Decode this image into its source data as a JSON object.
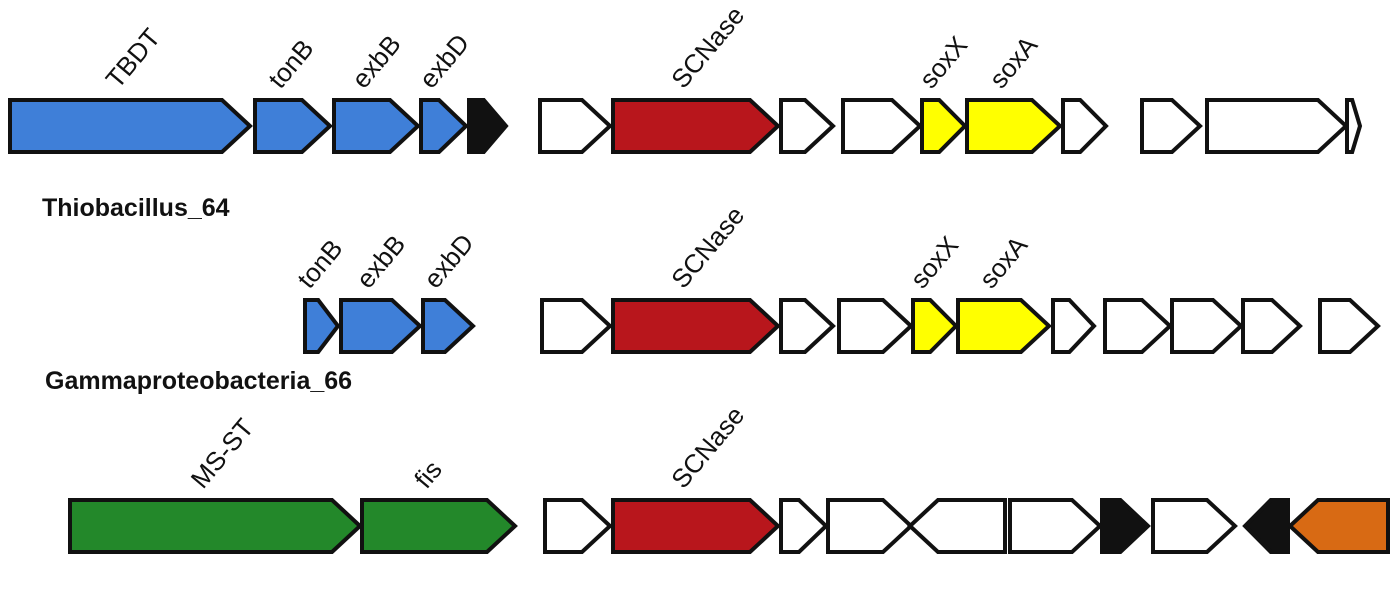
{
  "colors": {
    "blue": "#3f7fd8",
    "black": "#111111",
    "white": "#ffffff",
    "red": "#b8161c",
    "yellow": "#ffff00",
    "green": "#23882a",
    "orange": "#d86a14"
  },
  "genomes": [
    {
      "name": "Thiobacillus_64",
      "genes": [
        {
          "label": "TBDT",
          "color": "blue",
          "strand": "+"
        },
        {
          "label": "tonB",
          "color": "blue",
          "strand": "+"
        },
        {
          "label": "exbB",
          "color": "blue",
          "strand": "+"
        },
        {
          "label": "exbD",
          "color": "blue",
          "strand": "+"
        },
        {
          "label": "",
          "color": "black",
          "strand": "+"
        },
        {
          "label": "",
          "color": "white",
          "strand": "+"
        },
        {
          "label": "SCNase",
          "color": "red",
          "strand": "+"
        },
        {
          "label": "",
          "color": "white",
          "strand": "+"
        },
        {
          "label": "",
          "color": "white",
          "strand": "+"
        },
        {
          "label": "soxX",
          "color": "yellow",
          "strand": "+"
        },
        {
          "label": "soxA",
          "color": "yellow",
          "strand": "+"
        },
        {
          "label": "",
          "color": "white",
          "strand": "+"
        },
        {
          "label": "",
          "color": "white",
          "strand": "+"
        },
        {
          "label": "",
          "color": "white",
          "strand": "+"
        },
        {
          "label": "",
          "color": "white",
          "strand": "+"
        }
      ]
    },
    {
      "name": "Gammaproteobacteria_66",
      "genes": [
        {
          "label": "tonB",
          "color": "blue",
          "strand": "+"
        },
        {
          "label": "exbB",
          "color": "blue",
          "strand": "+"
        },
        {
          "label": "exbD",
          "color": "blue",
          "strand": "+"
        },
        {
          "label": "",
          "color": "white",
          "strand": "+"
        },
        {
          "label": "SCNase",
          "color": "red",
          "strand": "+"
        },
        {
          "label": "",
          "color": "white",
          "strand": "+"
        },
        {
          "label": "",
          "color": "white",
          "strand": "+"
        },
        {
          "label": "soxX",
          "color": "yellow",
          "strand": "+"
        },
        {
          "label": "soxA",
          "color": "yellow",
          "strand": "+"
        },
        {
          "label": "",
          "color": "white",
          "strand": "+"
        },
        {
          "label": "",
          "color": "white",
          "strand": "+"
        },
        {
          "label": "",
          "color": "white",
          "strand": "+"
        },
        {
          "label": "",
          "color": "white",
          "strand": "+"
        },
        {
          "label": "",
          "color": "white",
          "strand": "+"
        }
      ]
    },
    {
      "name": "",
      "genes": [
        {
          "label": "MS-ST",
          "color": "green",
          "strand": "+"
        },
        {
          "label": "fis",
          "color": "green",
          "strand": "+"
        },
        {
          "label": "",
          "color": "white",
          "strand": "+"
        },
        {
          "label": "SCNase",
          "color": "red",
          "strand": "+"
        },
        {
          "label": "",
          "color": "white",
          "strand": "+"
        },
        {
          "label": "",
          "color": "white",
          "strand": "+"
        },
        {
          "label": "",
          "color": "white",
          "strand": "-"
        },
        {
          "label": "",
          "color": "white",
          "strand": "+"
        },
        {
          "label": "",
          "color": "black",
          "strand": "+"
        },
        {
          "label": "",
          "color": "white",
          "strand": "+"
        },
        {
          "label": "",
          "color": "black",
          "strand": "-"
        },
        {
          "label": "",
          "color": "orange",
          "strand": "-"
        }
      ]
    }
  ]
}
